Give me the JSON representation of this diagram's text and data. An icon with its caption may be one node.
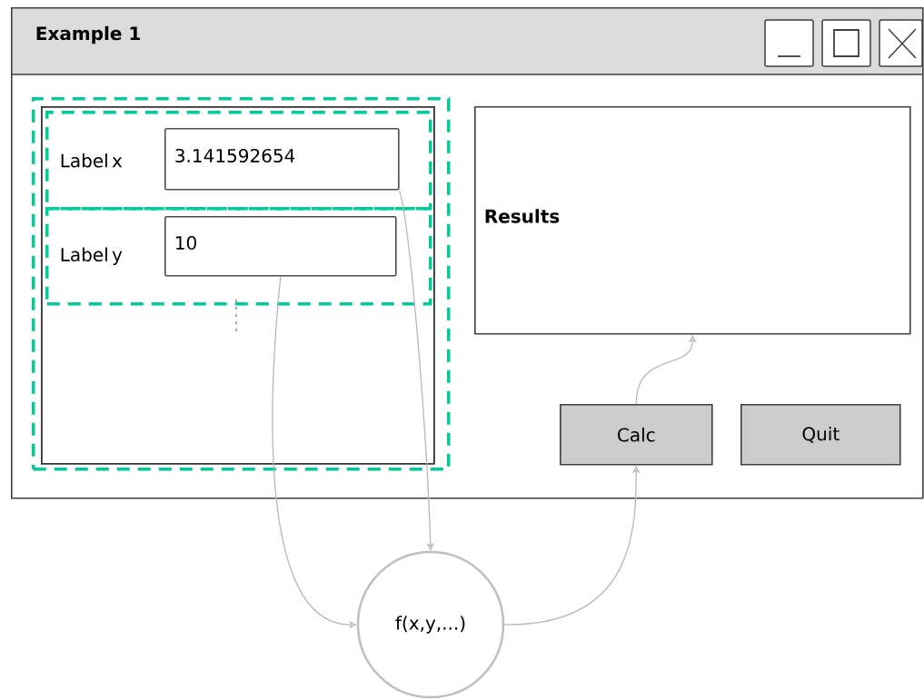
{
  "diagram": {
    "nodes": [
      {
        "text": [
          "Example 1"
        ]
      },
      {
        "text": [],
        "shape": "box",
        "in": 0
      },
      {
        "text": [],
        "shape": "box",
        "in": 1
      },
      {
        "text": [
          "Label x"
        ],
        "in": 2
      },
      {
        "text": [
          "3.141592654"
        ],
        "in": 3
      },
      {
        "text": [
          "Label y"
        ],
        "in": 2
      },
      {
        "text": [
          "10"
        ],
        "in": 5
      },
      {
        "text": [
          "Results"
        ],
        "in": 0
      },
      {
        "text": [
          "Calc"
        ],
        "in": 0
      },
      {
        "text": [
          "Quit"
        ],
        "in": 0
      },
      {
        "text": [
          "f(x,y,...)"
        ]
      }
    ],
    "edges": [
      {
        "from": 4,
        "to": 10,
        "arrow": "to"
      },
      {
        "from": 6,
        "to": 10,
        "arrow": "to"
      },
      {
        "from": 10,
        "to": 8,
        "arrow": "to"
      },
      {
        "from": 8,
        "to": 7,
        "arrow": "to"
      }
    ]
  }
}
